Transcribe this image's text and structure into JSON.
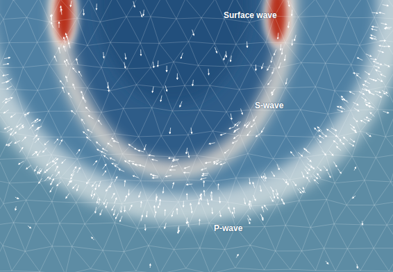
{
  "diagram": {
    "labels": [
      "Surface wave",
      "S-wave",
      "P-wave"
    ]
  }
}
